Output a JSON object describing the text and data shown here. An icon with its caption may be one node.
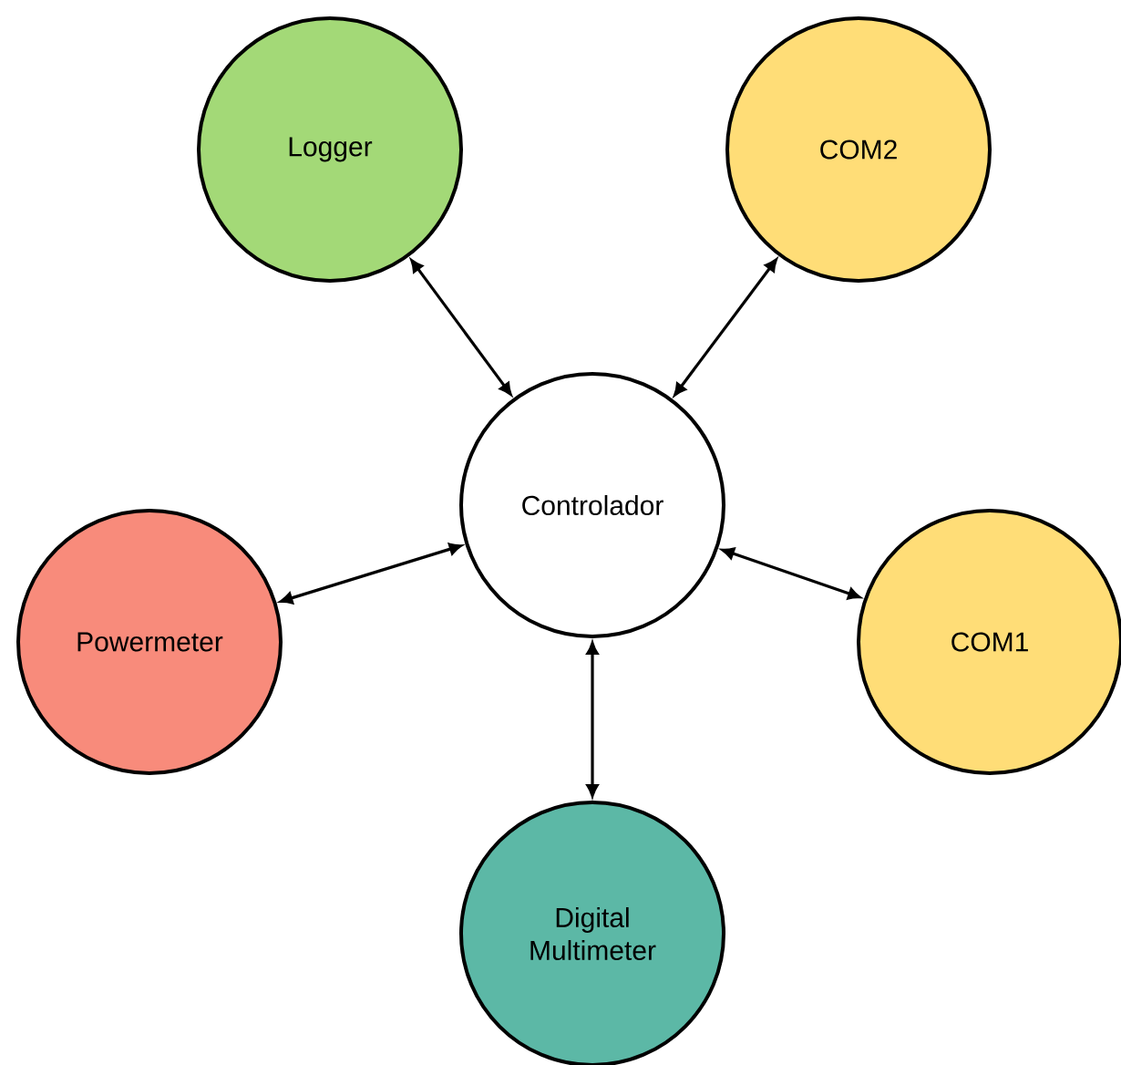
{
  "diagram": {
    "nodes": [
      {
        "text": [
          "Logger"
        ]
      },
      {
        "text": [
          "COM2"
        ]
      },
      {
        "text": [
          "Controlador"
        ]
      },
      {
        "text": [
          "Powermeter"
        ]
      },
      {
        "text": [
          "COM1"
        ]
      },
      {
        "text": [
          "Digital Multimeter"
        ]
      }
    ],
    "edges": [
      {
        "from": 2,
        "to": 0,
        "arrow": "both"
      },
      {
        "from": 2,
        "to": 1,
        "arrow": "both"
      },
      {
        "from": 2,
        "to": 3,
        "arrow": "both"
      },
      {
        "from": 2,
        "to": 4,
        "arrow": "both"
      },
      {
        "from": 2,
        "to": 5,
        "arrow": "both"
      }
    ]
  }
}
